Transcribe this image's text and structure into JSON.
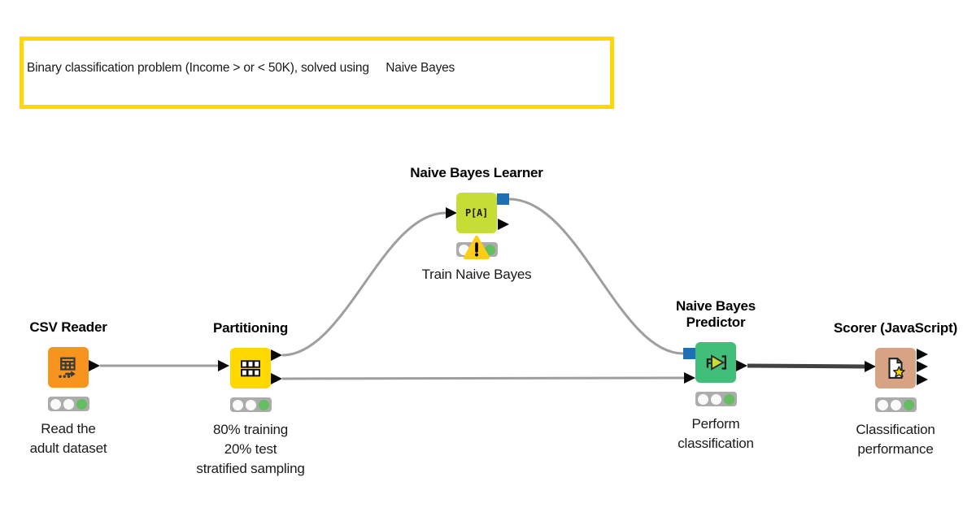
{
  "annotation": {
    "text": "Binary classification problem (Income > or < 50K), solved using     Naive Bayes",
    "border_color": "#FFD800"
  },
  "nodes": [
    {
      "id": "csv-reader",
      "title_lines": [
        "CSV Reader"
      ],
      "description_lines": [
        "Read the",
        "adult dataset"
      ],
      "color": "#F7941E",
      "icon": "table-export-icon",
      "status_lights": [
        "off",
        "off",
        "green"
      ],
      "warning": false
    },
    {
      "id": "partitioning",
      "title_lines": [
        "Partitioning"
      ],
      "description_lines": [
        "80% training",
        "20% test",
        "stratified sampling"
      ],
      "color": "#FFD800",
      "icon": "split-table-icon",
      "status_lights": [
        "off",
        "off",
        "green"
      ],
      "warning": false
    },
    {
      "id": "naive-bayes-learner",
      "title_lines": [
        "Naive Bayes Learner"
      ],
      "description_lines": [
        "Train Naive Bayes"
      ],
      "color": "#C6DD36",
      "icon": "probability-text-icon",
      "icon_text": "P[A]",
      "status_lights": [
        "off",
        "warning",
        "green"
      ],
      "warning": true
    },
    {
      "id": "naive-bayes-predictor",
      "title_lines": [
        "Naive Bayes",
        "Predictor"
      ],
      "description_lines": [
        "Perform",
        "classification"
      ],
      "color": "#41BE79",
      "icon": "predictor-play-icon",
      "status_lights": [
        "off",
        "off",
        "green"
      ],
      "warning": false
    },
    {
      "id": "scorer-javascript",
      "title_lines": [
        "Scorer (JavaScript)"
      ],
      "description_lines": [
        "Classification",
        "performance"
      ],
      "color": "#D8A385",
      "icon": "document-star-icon",
      "status_lights": [
        "off",
        "off",
        "green"
      ],
      "warning": false
    }
  ],
  "connections": [
    {
      "from": "CSV Reader",
      "to": "Partitioning",
      "type": "data"
    },
    {
      "from": "Partitioning (top port)",
      "to": "Naive Bayes Learner",
      "type": "data"
    },
    {
      "from": "Partitioning (bottom port)",
      "to": "Naive Bayes Predictor",
      "type": "data"
    },
    {
      "from": "Naive Bayes Learner",
      "to": "Naive Bayes Predictor",
      "type": "model"
    },
    {
      "from": "Naive Bayes Predictor",
      "to": "Scorer (JavaScript)",
      "type": "data"
    }
  ],
  "colors": {
    "port_blue": "#1F6FB5",
    "port_black": "#0a0a0a",
    "line_gray": "#9E9E9E",
    "line_dark": "#424242",
    "traffic_bg": "#ACACAC",
    "traffic_off": "#FAFAFA",
    "traffic_green": "#62BE5E",
    "warning_yellow": "#FFCC17",
    "predictor_triangle": "#C6DD36",
    "star_yellow": "#FFD500"
  }
}
